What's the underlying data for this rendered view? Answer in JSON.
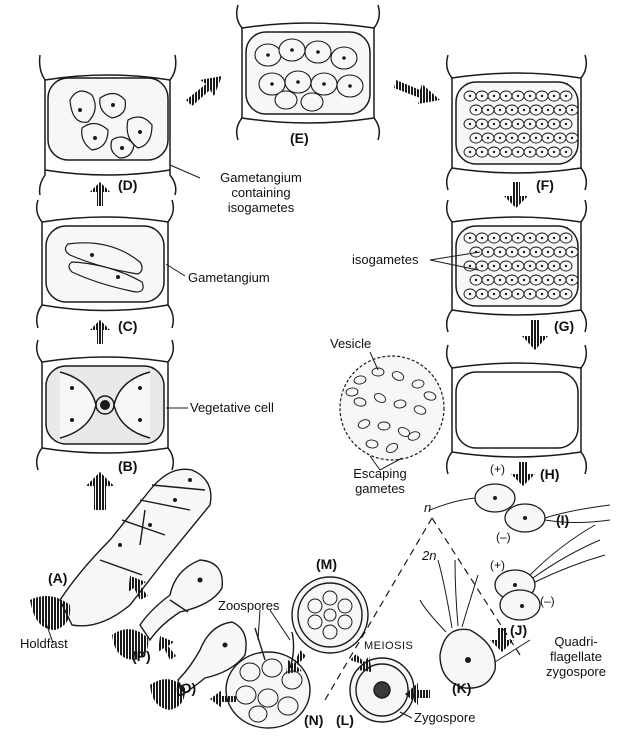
{
  "stages": {
    "a": "(A)",
    "b": "(B)",
    "c": "(C)",
    "d": "(D)",
    "e": "(E)",
    "f": "(F)",
    "g": "(G)",
    "h": "(H)",
    "i": "(I)",
    "j": "(J)",
    "k": "(K)",
    "l": "(L)",
    "m": "(M)",
    "n": "(N)",
    "o": "(O)",
    "p": "(P)"
  },
  "labels": {
    "gametangium_containing_1": "Gametangium",
    "gametangium_containing_2": "containing",
    "gametangium_containing_3": "isogametes",
    "gametangium": "Gametangium",
    "vegetative_cell": "Vegetative cell",
    "isogametes": "isogametes",
    "vesicle": "Vesicle",
    "escaping_gametes_1": "Escaping",
    "escaping_gametes_2": "gametes",
    "holdfast": "Holdfast",
    "zoospores": "Zoospores",
    "meiosis": "MEIOSIS",
    "quadriflagellate_1": "Quadri-",
    "quadriflagellate_2": "flagellate",
    "quadriflagellate_3": "zygospore",
    "zygospore": "Zygospore",
    "plus_1": "(+)",
    "minus_1": "(–)",
    "plus_2": "(+)",
    "minus_2": "(–)",
    "ploidy_n": "n",
    "ploidy_2n": "2n"
  },
  "colors": {
    "ink": "#1a1a1a",
    "cell_fill": "#f7f7f7",
    "paper": "#ffffff"
  }
}
